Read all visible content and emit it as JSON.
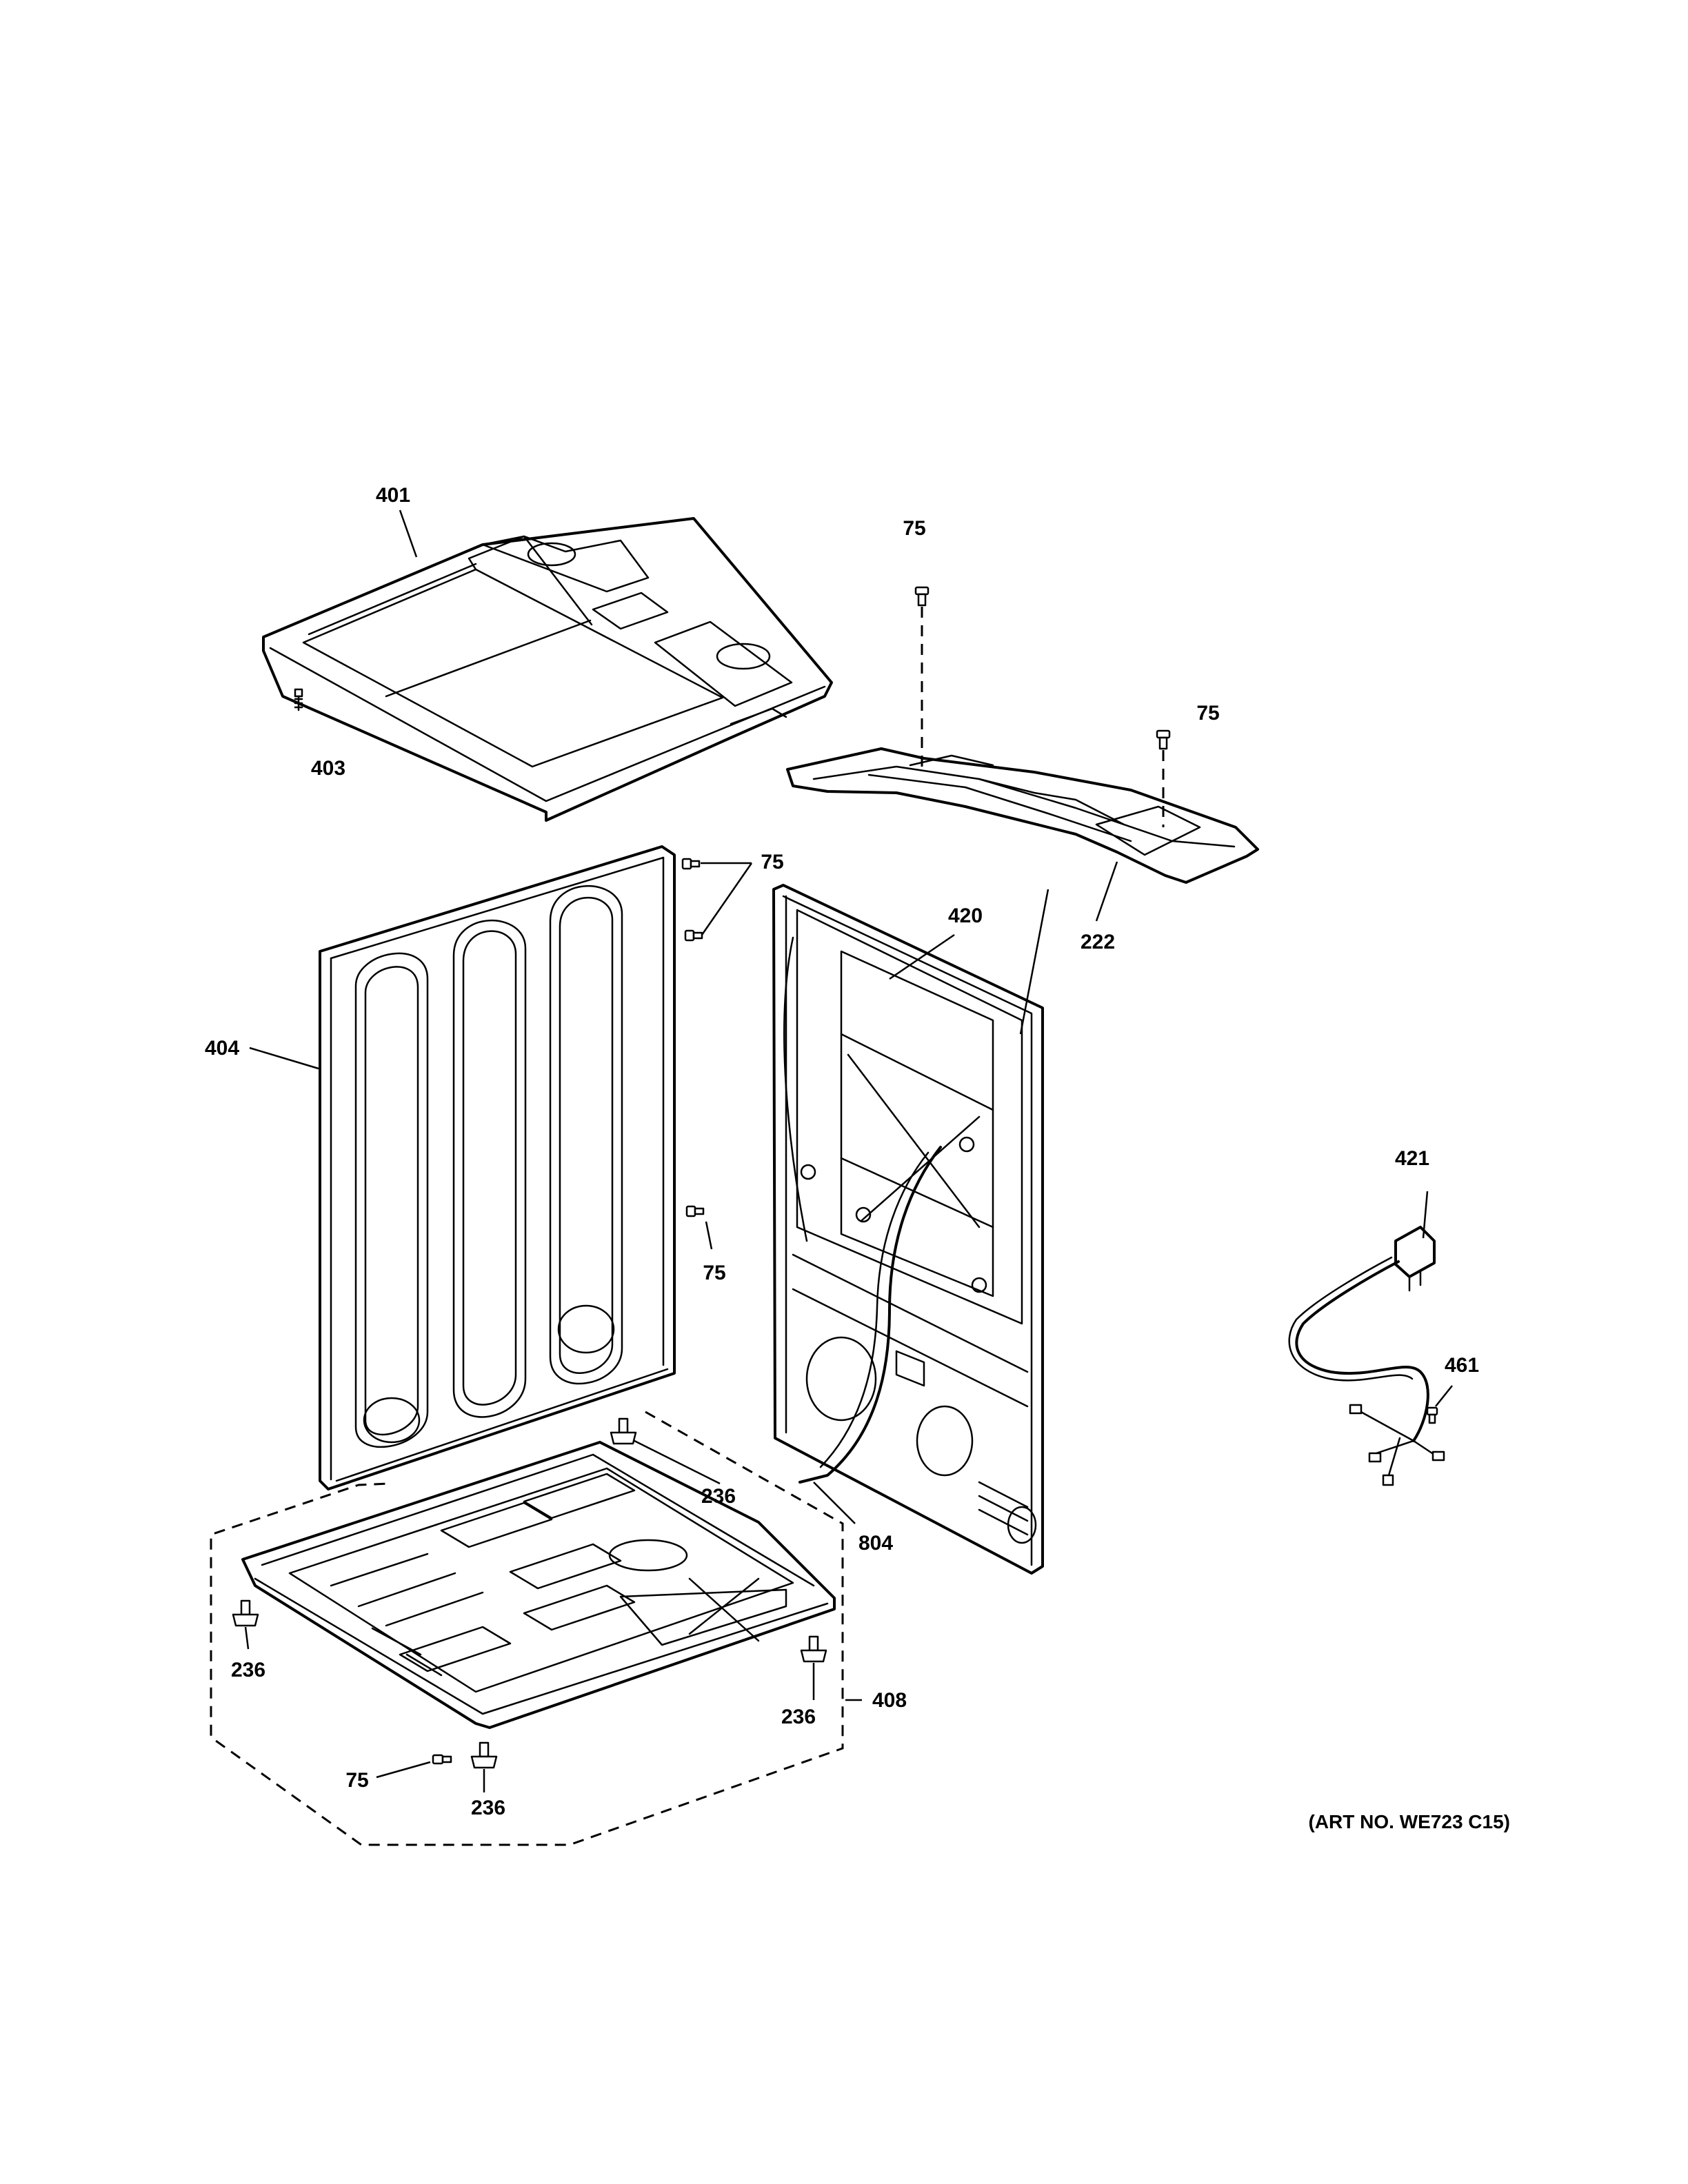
{
  "callouts": {
    "c401": "401",
    "c403": "403",
    "c75_bracket_top": "75",
    "c75_bracket_right": "75",
    "c222": "222",
    "c75_side_top": "75",
    "c420": "420",
    "c404": "404",
    "c75_side_mid": "75",
    "c421": "421",
    "c461": "461",
    "c236_back": "236",
    "c804": "804",
    "c236_left": "236",
    "c236_right": "236",
    "c408": "408",
    "c75_bottom": "75",
    "c236_bottom": "236"
  },
  "art_number": "(ART NO. WE723 C15)"
}
